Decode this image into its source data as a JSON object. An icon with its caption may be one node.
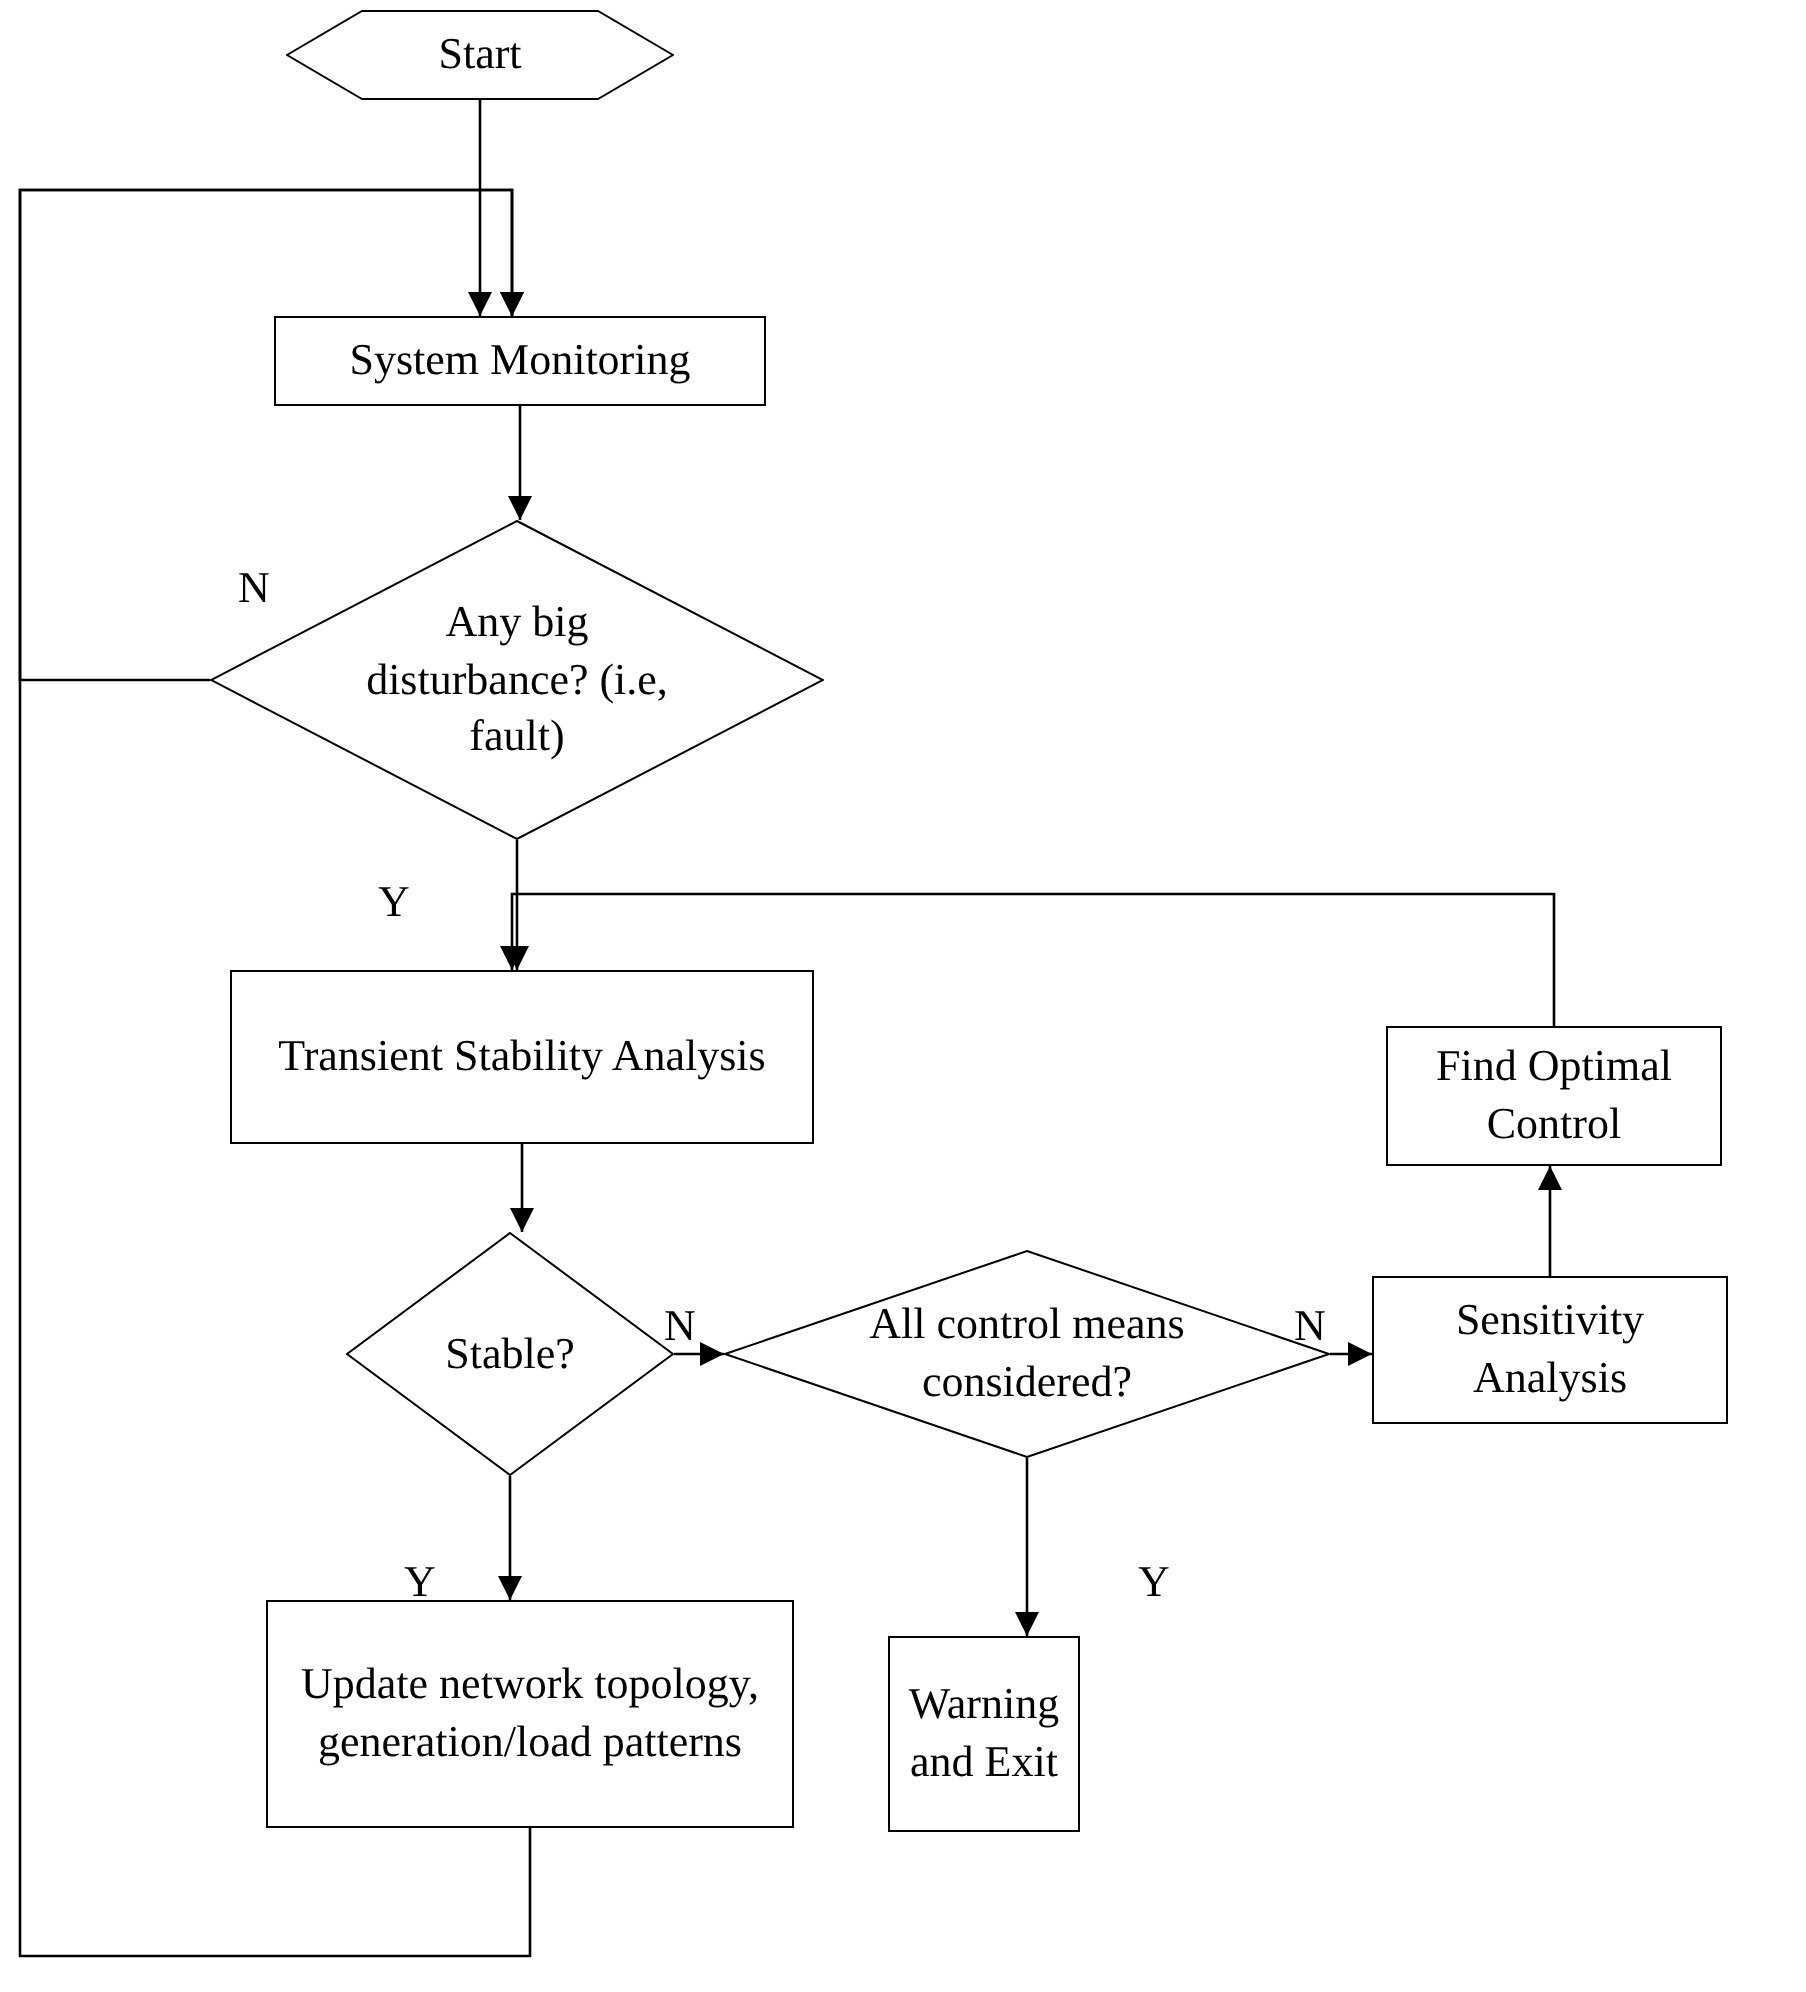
{
  "diagram": {
    "nodes": [
      {
        "text": [
          "Start"
        ]
      },
      {
        "text": [
          "System Monitoring"
        ]
      },
      {
        "text": [
          "Any big disturbance? (i.e, fault)"
        ]
      },
      {
        "text": [
          "Transient Stability Analysis"
        ]
      },
      {
        "text": [
          "Stable?"
        ]
      },
      {
        "text": [
          "All control means considered?"
        ]
      },
      {
        "text": [
          "Sensitivity Analysis"
        ]
      },
      {
        "text": [
          "Find Optimal Control"
        ]
      },
      {
        "text": [
          "Update network topology, generation/load patterns"
        ]
      },
      {
        "text": [
          "Warning and Exit"
        ]
      }
    ],
    "edges": [
      {
        "from": 0,
        "to": 1,
        "arrow": "to"
      },
      {
        "from": 8,
        "to": 1,
        "arrow": "to"
      },
      {
        "from": 2,
        "to": 1,
        "arrow": "to",
        "label": "N"
      },
      {
        "from": 1,
        "to": 2,
        "arrow": "to"
      },
      {
        "from": 2,
        "to": 3,
        "arrow": "to",
        "label": "Y"
      },
      {
        "from": 7,
        "to": 3,
        "arrow": "to"
      },
      {
        "from": 3,
        "to": 4,
        "arrow": "to"
      },
      {
        "from": 4,
        "to": 5,
        "arrow": "to",
        "label": "N"
      },
      {
        "from": 4,
        "to": 8,
        "arrow": "to",
        "label": "Y"
      },
      {
        "from": 5,
        "to": 6,
        "arrow": "to",
        "label": "N"
      },
      {
        "from": 5,
        "to": 9,
        "arrow": "to",
        "label": "Y"
      },
      {
        "from": 6,
        "to": 7,
        "arrow": "to"
      }
    ]
  }
}
